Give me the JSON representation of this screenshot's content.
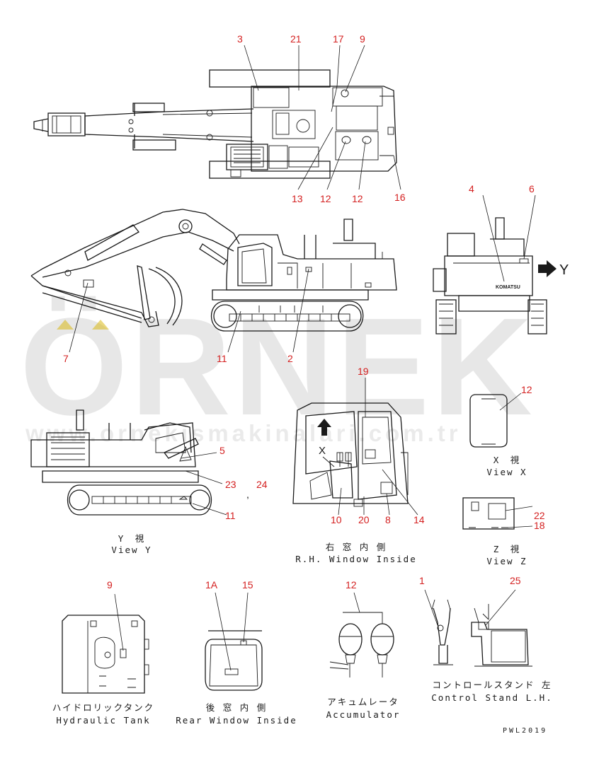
{
  "callouts": {
    "c3": "3",
    "c21": "21",
    "c17": "17",
    "c9a": "9",
    "c13": "13",
    "c12a": "12",
    "c12b": "12",
    "c16": "16",
    "c4": "4",
    "c6": "6",
    "c7": "7",
    "c11a": "11",
    "c2": "2",
    "c19": "19",
    "c12c": "12",
    "c5": "5",
    "c23": "23",
    "c24": "24",
    "c11b": "11",
    "c10": "10",
    "c20": "20",
    "c8": "8",
    "c14": "14",
    "c22": "22",
    "c18": "18",
    "c9b": "9",
    "c1A": "1A",
    "c15": "15",
    "c12d": "12",
    "c1": "1",
    "c25": "25"
  },
  "callout_color": "#d42020",
  "separator_comma": ",",
  "view_arrow_letter": "Y",
  "window_arrow_letter": "X",
  "brand_mark": "KOMATSU",
  "captions": {
    "view_y_jp": "Y　視",
    "view_y_en": "View Y",
    "rh_window_jp": "右 窓 内 側",
    "rh_window_en": "R.H. Window Inside",
    "view_x_jp": "X　視",
    "view_x_en": "View X",
    "view_z_jp": "Z　視",
    "view_z_en": "View Z",
    "hyd_tank_jp": "ハイドロリックタンク",
    "hyd_tank_en": "Hydraulic Tank",
    "rear_window_jp": "後 窓 内 側",
    "rear_window_en": "Rear Window Inside",
    "accumulator_jp": "アキュムレータ",
    "accumulator_en": "Accumulator",
    "control_stand_jp": "コントロールスタンド 左",
    "control_stand_en": "Control Stand L.H."
  },
  "drawing_code": "PWL2019",
  "watermark": {
    "big": "ÖRNEK",
    "url": "www.ornekismakinalari.com.tr"
  }
}
